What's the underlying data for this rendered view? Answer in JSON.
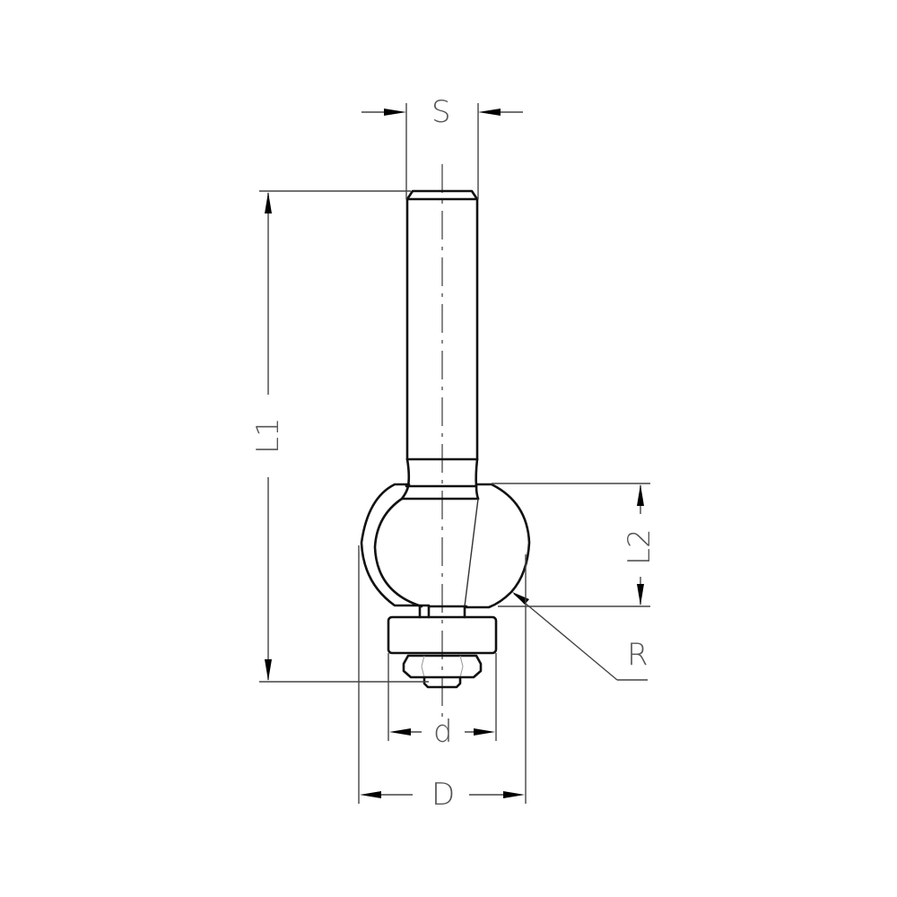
{
  "drawing": {
    "title": "Ball-bearing guided router bit with shank (dimension drawing)",
    "line_color": "#111111",
    "dimension_color": "#444444",
    "label_color": "#555555",
    "background": "#ffffff"
  },
  "dimensions": {
    "S": {
      "label": "S",
      "meaning": "shank diameter"
    },
    "L1": {
      "label": "L1",
      "meaning": "overall length"
    },
    "L2": {
      "label": "L2",
      "meaning": "cutting height"
    },
    "R": {
      "label": "R",
      "meaning": "radius"
    },
    "d": {
      "label": "d",
      "meaning": "bearing diameter"
    },
    "D": {
      "label": "D",
      "meaning": "cutting diameter"
    }
  },
  "components": [
    {
      "name": "shank",
      "icon": "cylinder-shape"
    },
    {
      "name": "cutter-body",
      "icon": "ball-shape"
    },
    {
      "name": "guide-bearing",
      "icon": "bearing-shape"
    },
    {
      "name": "hex-screw",
      "icon": "hex-nut-shape"
    }
  ]
}
